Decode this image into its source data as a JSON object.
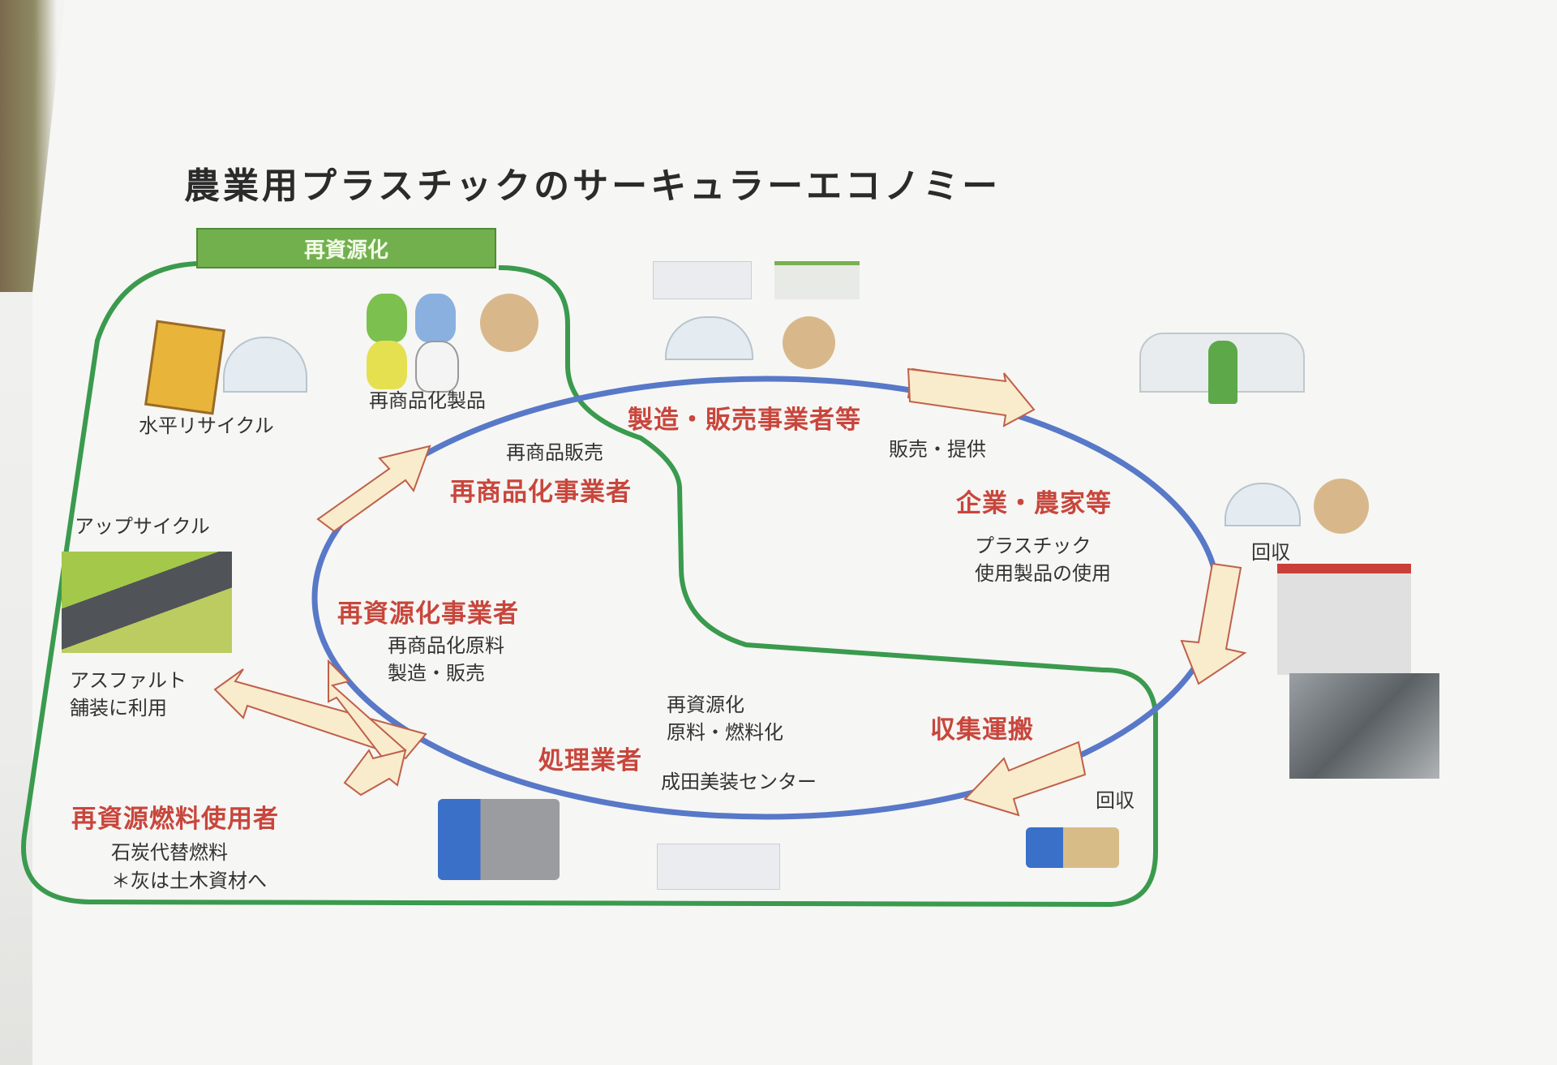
{
  "title": "農業用プラスチックのサーキュラーエコノミー",
  "recycling_box": "再資源化",
  "labels": {
    "horizontal_recycle": "水平リサイクル",
    "reproduct_products": "再商品化製品",
    "upcycle": "アップサイクル",
    "asphalt_1": "アスファルト",
    "asphalt_2": "舗装に利用",
    "resale": "再商品販売",
    "sales_supply": "販売・提供",
    "plastic_use_1": "プラスチック",
    "plastic_use_2": "使用製品の使用",
    "collect_right": "回収",
    "collect_bottom": "回収",
    "raw_material_1": "再商品化原料",
    "raw_material_2": "製造・販売",
    "recycle_fuel_1": "再資源化",
    "recycle_fuel_2": "原料・燃料化",
    "center_name": "成田美装センター",
    "coal_1": "石炭代替燃料",
    "coal_2": "＊灰は土木資材へ"
  },
  "actors": {
    "manufacturers": "製造・販売事業者等",
    "reproducers": "再商品化事業者",
    "companies_farmers": "企業・農家等",
    "recyclers": "再資源化事業者",
    "collection": "収集運搬",
    "processors": "処理業者",
    "fuel_users": "再資源燃料使用者"
  },
  "colors": {
    "loop_green": "#3a9a4e",
    "cycle_blue": "#5878c8",
    "actor_red": "#c8463c",
    "arrow_fill": "#f8eccc",
    "arrow_stroke": "#c0604a"
  }
}
